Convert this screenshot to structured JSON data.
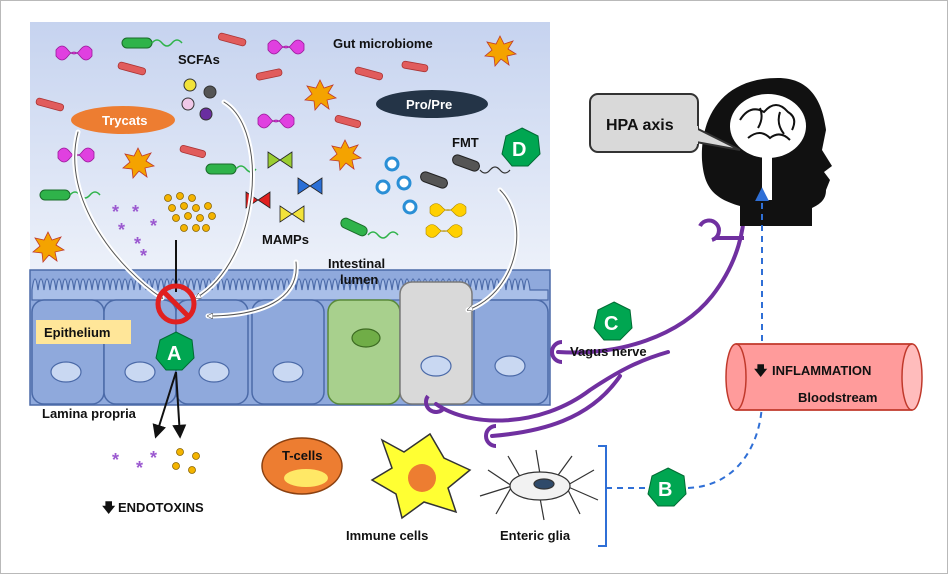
{
  "labels": {
    "gut_microbiome": "Gut microbiome",
    "scfas": "SCFAs",
    "trycats": "Trycats",
    "pro_pre": "Pro/Pre",
    "fmt": "FMT",
    "mamps": "MAMPs",
    "intestinal": "Intestinal",
    "lumen": "lumen",
    "epithelium": "Epithelium",
    "lamina_propria": "Lamina propria",
    "endotoxins": "ENDOTOXINS",
    "t_cells": "T-cells",
    "immune_cells": "Immune cells",
    "enteric_glia": "Enteric glia",
    "vagus_nerve": "Vagus nerve",
    "hpa_axis": "HPA axis",
    "inflammation": "INFLAMMATION",
    "bloodstream": "Bloodstream",
    "down_arrow": "🡇"
  },
  "badges": {
    "a": "A",
    "b": "B",
    "c": "C",
    "d": "D"
  },
  "colors": {
    "lumen_top": "#c9d6f0",
    "lumen_bottom": "#e8eef8",
    "cell_fill": "#8fa9dc",
    "cell_stroke": "#4b6aa8",
    "green_cell": "#a8d08d",
    "vagus": "#7030a0",
    "badge": "#00a651",
    "trycats": "#ed7d31",
    "pro_pre": "#243447",
    "blood": "#ff9b9b",
    "hpa_box": "#d9d9d9",
    "epithelium_label": "#ffe699"
  }
}
